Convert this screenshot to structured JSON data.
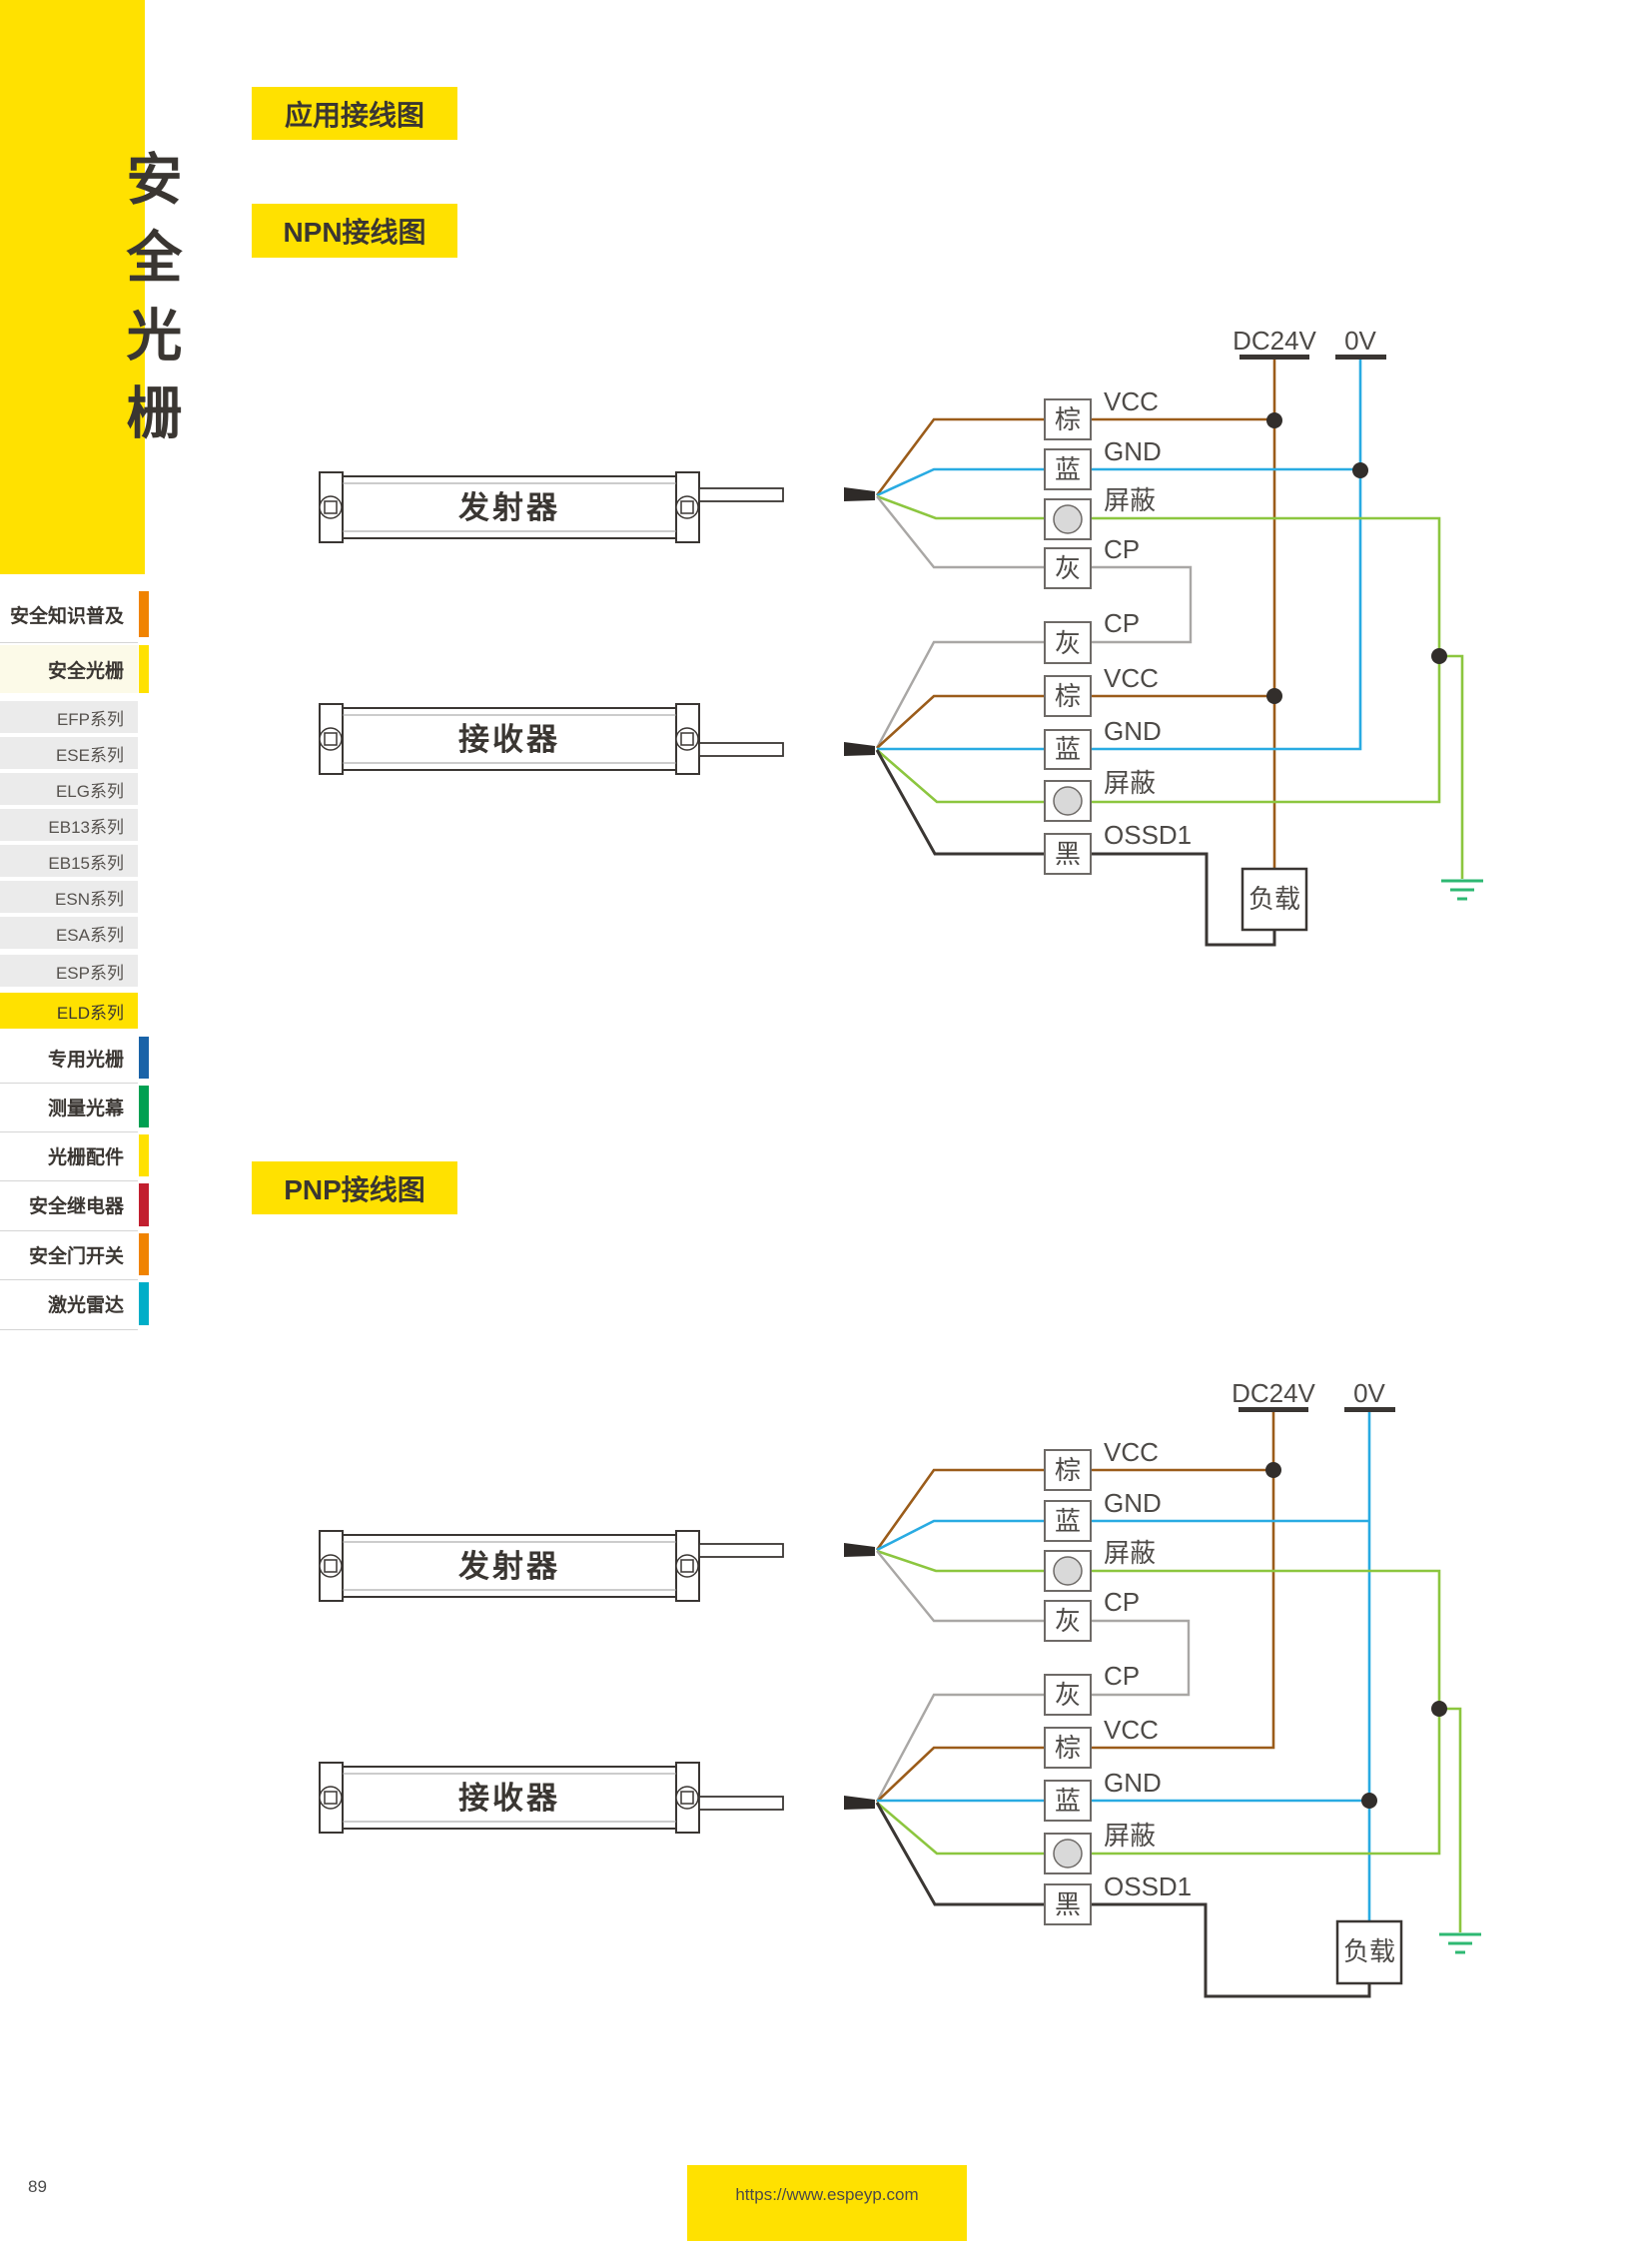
{
  "page": {
    "number": "89",
    "url": "https://www.espeyp.com"
  },
  "headings": {
    "main": "应用接线图",
    "npn": "NPN接线图",
    "pnp": "PNP接线图"
  },
  "sidebar": {
    "vertical_title": "安全光栅",
    "items": [
      {
        "label": "安全知识普及",
        "accent": "#f08300",
        "type": "section"
      },
      {
        "label": "安全光栅",
        "accent": "#ffe100",
        "type": "section-current"
      },
      {
        "label": "EFP系列",
        "type": "series"
      },
      {
        "label": "ESE系列",
        "type": "series"
      },
      {
        "label": "ELG系列",
        "type": "series"
      },
      {
        "label": "EB13系列",
        "type": "series"
      },
      {
        "label": "EB15系列",
        "type": "series"
      },
      {
        "label": "ESN系列",
        "type": "series"
      },
      {
        "label": "ESA系列",
        "type": "series"
      },
      {
        "label": "ESP系列",
        "type": "series"
      },
      {
        "label": "ELD系列",
        "type": "series-active",
        "accent": "#ffe100"
      },
      {
        "label": "专用光栅",
        "accent": "#1a63a8",
        "type": "section"
      },
      {
        "label": "测量光幕",
        "accent": "#00a052",
        "type": "section"
      },
      {
        "label": "光栅配件",
        "accent": "#ffe100",
        "type": "section"
      },
      {
        "label": "安全继电器",
        "accent": "#c21f2f",
        "type": "section"
      },
      {
        "label": "安全门开关",
        "accent": "#f08300",
        "type": "section"
      },
      {
        "label": "激光雷达",
        "accent": "#00aec8",
        "type": "section"
      }
    ]
  },
  "diagram_labels": {
    "transmitter": "发射器",
    "receiver": "接收器",
    "load": "负载",
    "dc24v": "DC24V",
    "zerov": "0V",
    "wire_brown": "棕",
    "wire_blue": "蓝",
    "wire_gray": "灰",
    "wire_black": "黑",
    "vcc": "VCC",
    "gnd": "GND",
    "shield": "屏蔽",
    "cp": "CP",
    "ossd1": "OSSD1"
  },
  "colors": {
    "brand_yellow": "#ffe100",
    "wire_brown": "#9b5c1a",
    "wire_blue": "#29abe2",
    "wire_shield_green": "#8cc63f",
    "wire_gray": "#a9a7a5",
    "wire_black": "#3a3633",
    "ground_green": "#2eb872",
    "accent_orange": "#f08300",
    "accent_blue": "#1a63a8",
    "accent_green": "#00a052",
    "accent_red": "#c21f2f",
    "accent_cyan": "#00aec8"
  }
}
